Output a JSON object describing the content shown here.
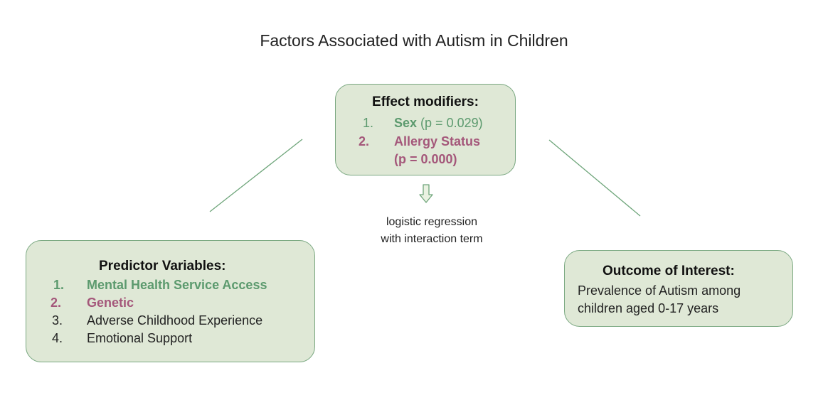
{
  "title": "Factors Associated with Autism in Children",
  "effect_modifiers": {
    "heading": "Effect modifiers:",
    "items": [
      {
        "number": "1.",
        "label": "Sex",
        "detail": "(p = 0.029)"
      },
      {
        "number": "2.",
        "label": "Allergy Status",
        "detail": "(p = 0.000)"
      }
    ]
  },
  "method": {
    "line1": "logistic regression",
    "line2": "with interaction term"
  },
  "predictors": {
    "heading": "Predictor Variables:",
    "items": [
      {
        "number": "1.",
        "label": "Mental Health Service Access"
      },
      {
        "number": "2.",
        "label": "Genetic"
      },
      {
        "number": "3.",
        "label": "Adverse Childhood Experience"
      },
      {
        "number": "4.",
        "label": "Emotional Support"
      }
    ]
  },
  "outcome": {
    "heading": "Outcome of Interest:",
    "line1": "Prevalence of Autism among",
    "line2": "children aged 0-17 years"
  },
  "colors": {
    "box_fill": "#dfe8d6",
    "box_border": "#7aa881",
    "highlight_green": "#5c9a6e",
    "highlight_purple": "#a4577a",
    "connector_line": "#6ea57a"
  }
}
